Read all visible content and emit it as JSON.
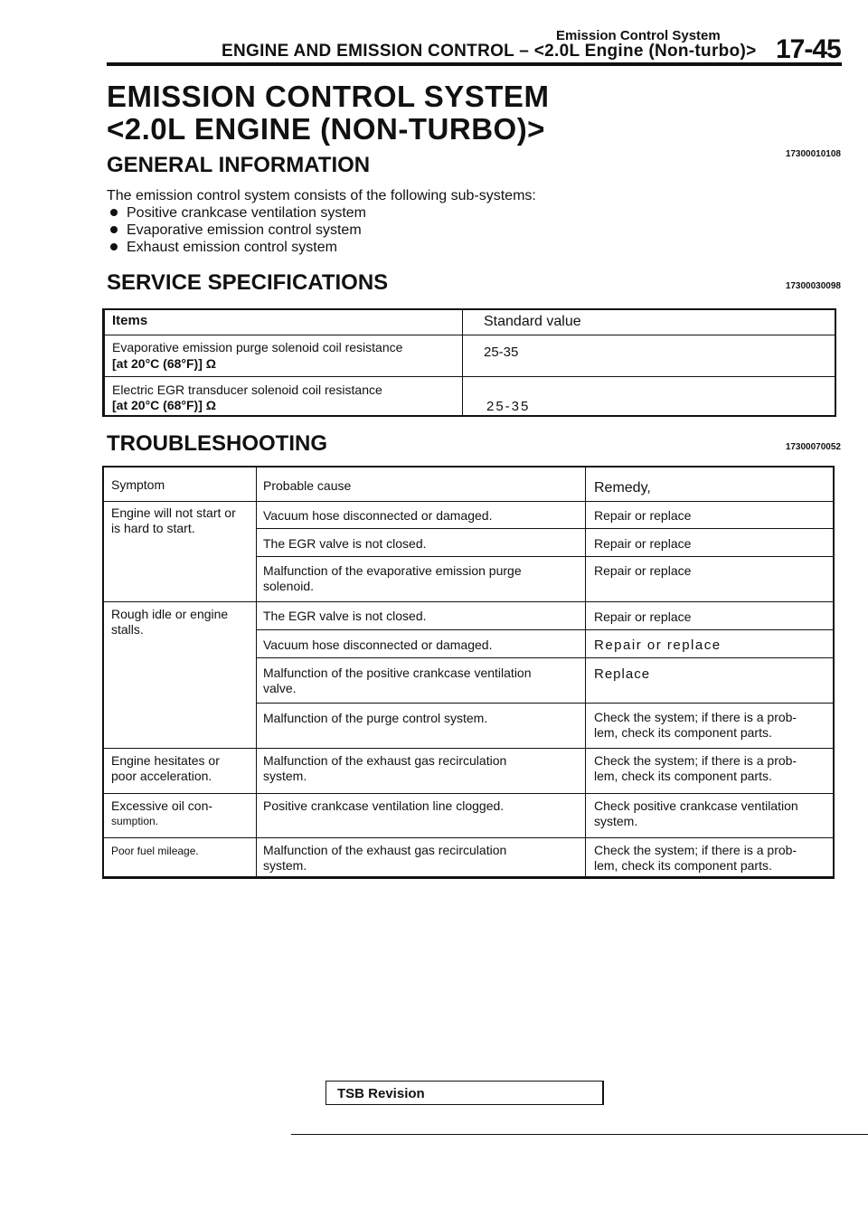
{
  "header": {
    "section": "Emission Control System",
    "chapter": "ENGINE AND EMISSION CONTROL – <2.0L Engine (Non-turbo)>",
    "page": "17-45"
  },
  "title": {
    "line1": "EMISSION CONTROL SYSTEM",
    "line2": "<2.0L ENGINE (NON-TURBO)>",
    "code": "17300010108"
  },
  "general": {
    "heading": "GENERAL INFORMATION",
    "intro": "The emission control system consists of the following sub-systems:",
    "bullets": [
      "Positive crankcase ventilation system",
      "Evaporative emission control system",
      "Exhaust emission control system"
    ]
  },
  "specs": {
    "heading": "SERVICE SPECIFICATIONS",
    "code": "17300030098",
    "col_items": "Items",
    "col_value": "Standard value",
    "rows": [
      {
        "item1": "Evaporative emission purge solenoid coil resistance",
        "item2": "[at 20°C (68°F)] Ω",
        "value": "25-35"
      },
      {
        "item1": "Electric EGR transducer solenoid coil resistance",
        "item2": "[at 20°C (68°F)] Ω",
        "value": "25-35"
      }
    ]
  },
  "trouble": {
    "heading": "TROUBLESHOOTING",
    "code": "17300070052",
    "col_symptom": "Symptom",
    "col_cause": "Probable cause",
    "col_remedy": "Remedy,",
    "groups": [
      {
        "symptom": [
          "Engine will not start or",
          "is hard to start."
        ],
        "rows": [
          {
            "cause": [
              "Vacuum hose disconnected or damaged."
            ],
            "remedy": [
              "Repair or replace"
            ]
          },
          {
            "cause": [
              "The EGR valve is not closed."
            ],
            "remedy": [
              "Repair or replace"
            ]
          },
          {
            "cause": [
              "Malfunction of the evaporative emission purge",
              "solenoid."
            ],
            "remedy": [
              "Repair or replace"
            ]
          }
        ]
      },
      {
        "symptom": [
          "Rough idle or engine",
          "stalls."
        ],
        "rows": [
          {
            "cause": [
              "The EGR valve is not closed."
            ],
            "remedy": [
              "Repair or replace"
            ]
          },
          {
            "cause": [
              "Vacuum hose disconnected or damaged."
            ],
            "remedy": [
              "Repair or replace"
            ]
          },
          {
            "cause": [
              "Malfunction of the positive crankcase ventilation",
              "valve."
            ],
            "remedy": [
              "Replace"
            ]
          },
          {
            "cause": [
              "Malfunction of the purge control system."
            ],
            "remedy": [
              "Check the system; if there is a prob-",
              "lem, check its component parts."
            ]
          }
        ]
      },
      {
        "symptom": [
          "Engine hesitates or",
          "poor acceleration."
        ],
        "rows": [
          {
            "cause": [
              "Malfunction of the exhaust gas recirculation",
              "system."
            ],
            "remedy": [
              "Check the system; if there is a prob-",
              "lem, check its component parts."
            ]
          }
        ]
      },
      {
        "symptom": [
          "Excessive oil con-",
          "sumption."
        ],
        "rows": [
          {
            "cause": [
              "Positive crankcase ventilation line clogged."
            ],
            "remedy": [
              "Check positive crankcase ventilation",
              "system."
            ]
          }
        ]
      },
      {
        "symptom": [
          "Poor fuel mileage."
        ],
        "rows": [
          {
            "cause": [
              "Malfunction of the exhaust gas recirculation",
              "system."
            ],
            "remedy": [
              "Check the system; if there is a prob-",
              "lem, check its component parts."
            ]
          }
        ]
      }
    ]
  },
  "footer": {
    "tsb": "TSB Revision"
  }
}
